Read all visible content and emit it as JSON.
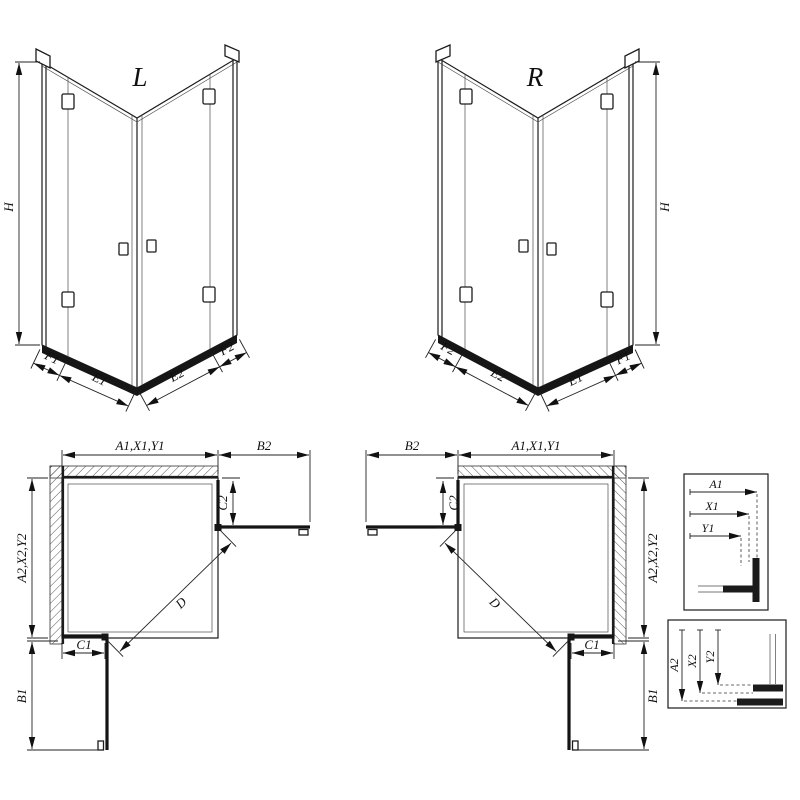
{
  "view_l": {
    "label": "L",
    "h": "H",
    "f1": "F1",
    "e1": "E1",
    "e2": "E2",
    "f2": "F2"
  },
  "view_r": {
    "label": "R",
    "h": "H",
    "f1": "F1",
    "e1": "E1",
    "e2": "E2",
    "f2": "F2"
  },
  "plan_left": {
    "a1": "A1,X1,Y1",
    "b2": "B2",
    "c2": "C2",
    "a2": "A2,X2,Y2",
    "c1": "C1",
    "b1": "B1",
    "d": "D"
  },
  "plan_right": {
    "a1": "A1,X1,Y1",
    "b2": "B2",
    "c2": "C2",
    "a2": "A2,X2,Y2",
    "c1": "C1",
    "b1": "B1",
    "d": "D"
  },
  "detail_top": {
    "a1": "A1",
    "x1": "X1",
    "y1": "Y1"
  },
  "detail_bottom": {
    "a2": "A2",
    "x2": "X2",
    "y2": "Y2"
  },
  "colors": {
    "line": "#1c1c1c",
    "dark": "#161616",
    "background": "#ffffff"
  }
}
